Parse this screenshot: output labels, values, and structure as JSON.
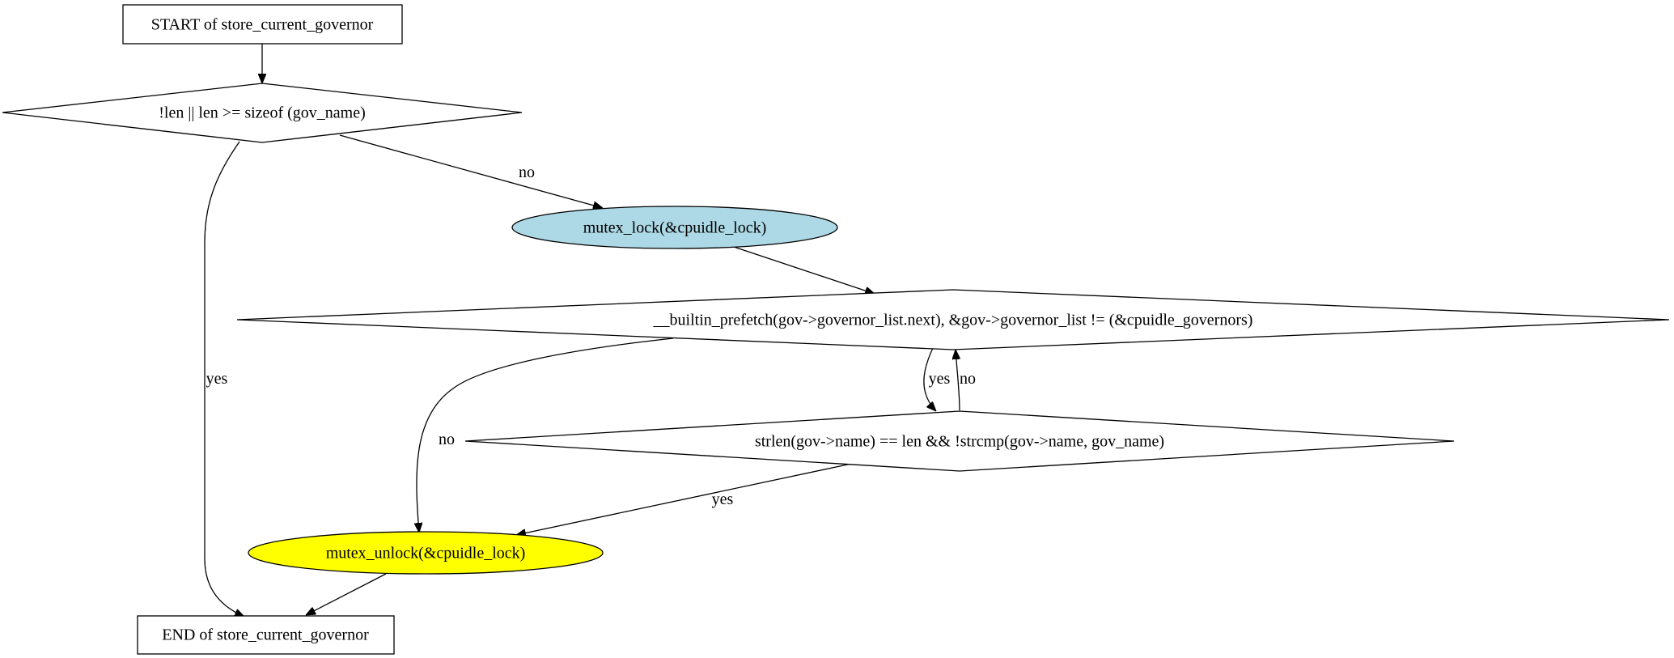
{
  "nodes": {
    "start": {
      "label": "START of store_current_governor",
      "shape": "box",
      "fill": "#ffffff"
    },
    "len_check": {
      "label": "!len || len >= sizeof (gov_name)",
      "shape": "diamond",
      "fill": "#ffffff"
    },
    "mutex_lock": {
      "label": "mutex_lock(&cpuidle_lock)",
      "shape": "ellipse",
      "fill": "#add8e6"
    },
    "list_loop": {
      "label": "__builtin_prefetch(gov->governor_list.next), &gov->governor_list != (&cpuidle_governors)",
      "shape": "diamond",
      "fill": "#ffffff"
    },
    "name_match": {
      "label": "strlen(gov->name) == len && !strcmp(gov->name, gov_name)",
      "shape": "diamond",
      "fill": "#ffffff"
    },
    "mutex_unlock": {
      "label": "mutex_unlock(&cpuidle_lock)",
      "shape": "ellipse",
      "fill": "#ffff00"
    },
    "end": {
      "label": "END of store_current_governor",
      "shape": "box",
      "fill": "#ffffff"
    }
  },
  "edges": [
    {
      "from": "start",
      "to": "len_check",
      "label": ""
    },
    {
      "from": "len_check",
      "to": "mutex_lock",
      "label": "no"
    },
    {
      "from": "len_check",
      "to": "end",
      "label": "yes"
    },
    {
      "from": "mutex_lock",
      "to": "list_loop",
      "label": ""
    },
    {
      "from": "list_loop",
      "to": "name_match",
      "label": "yes"
    },
    {
      "from": "name_match",
      "to": "list_loop",
      "label": "no"
    },
    {
      "from": "list_loop",
      "to": "mutex_unlock",
      "label": "no"
    },
    {
      "from": "name_match",
      "to": "mutex_unlock",
      "label": "yes"
    },
    {
      "from": "mutex_unlock",
      "to": "end",
      "label": ""
    }
  ]
}
